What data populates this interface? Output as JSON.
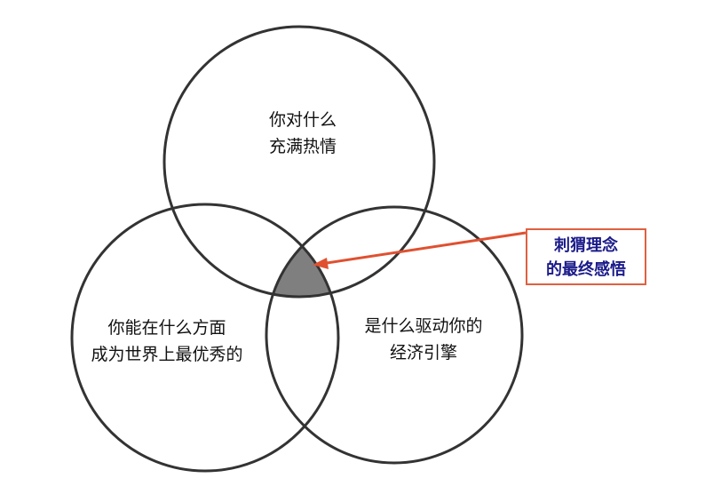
{
  "circles": [
    {
      "id": "top",
      "lines": [
        "你对什么",
        "充满热情"
      ]
    },
    {
      "id": "left",
      "lines": [
        "你能在什么方面",
        "成为世界上最优秀的"
      ]
    },
    {
      "id": "right",
      "lines": [
        "是什么驱动你的",
        "经济引擎"
      ]
    }
  ],
  "callout": {
    "lines": [
      "刺猬理念",
      "的最终感悟"
    ],
    "text_color": "#1a1a8a",
    "border_color": "#e06040",
    "arrow_color": "#e05030"
  },
  "colors": {
    "circle_stroke": "#333333",
    "overlap_fill": "#7f7f7f"
  }
}
